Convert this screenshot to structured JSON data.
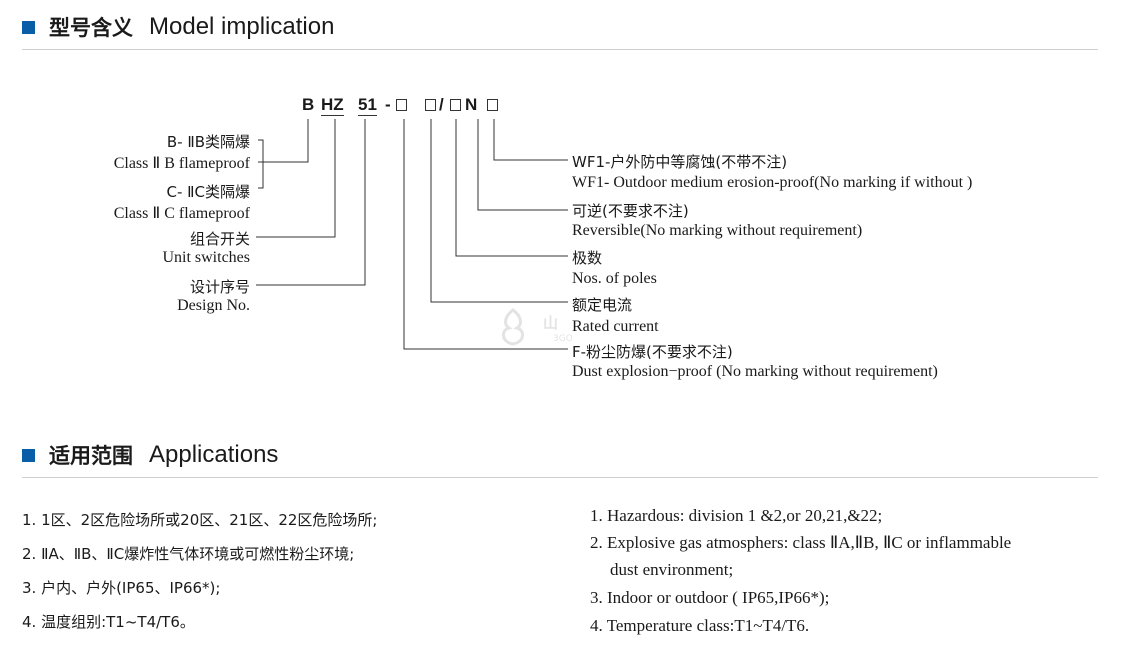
{
  "model_section": {
    "title_zh": "型号含义",
    "title_en": "Model implication"
  },
  "code_parts": {
    "b": "B",
    "hz": "HZ",
    "num": "51",
    "dash": "-",
    "slash": "/",
    "n": "N"
  },
  "left_labels": [
    {
      "zh": "B- ⅡB类隔爆",
      "en": "Class Ⅱ B flameproof"
    },
    {
      "zh": "C- ⅡC类隔爆",
      "en": "Class Ⅱ C flameproof"
    },
    {
      "zh": "组合开关",
      "en": "Unit switches"
    },
    {
      "zh": "设计序号",
      "en": "Design No."
    }
  ],
  "right_labels": [
    {
      "zh": "WF1-户外防中等腐蚀(不带不注)",
      "en": "WF1- Outdoor medium erosion-proof(No marking  if without )"
    },
    {
      "zh": "可逆(不要求不注)",
      "en": "Reversible(No  marking without requirement)"
    },
    {
      "zh": "极数",
      "en": "Nos. of poles"
    },
    {
      "zh": "额定电流",
      "en": "Rated current"
    },
    {
      "zh": "F-粉尘防爆(不要求不注)",
      "en": "Dust explosion−proof (No marking without requirement)"
    }
  ],
  "applications_section": {
    "title_zh": "适用范围",
    "title_en": "Applications"
  },
  "applications_zh": [
    "1. 1区、2区危险场所或20区、21区、22区危险场所;",
    "2. ⅡA、ⅡB、ⅡC爆炸性气体环境或可燃性粉尘环境;",
    "3. 户内、户外(IP65、IP66*);",
    "4. 温度组别:T1~T4/T6。"
  ],
  "applications_en": [
    "1. Hazardous: division 1  &2,or 20,21,&22;",
    "2. Explosive gas atmosphers: class ⅡA,ⅡB, ⅡC or inflammable",
    "dust environment;",
    "3. Indoor or outdoor ( IP65,IP66*);",
    "4. Temperature class:T1~T4/T6."
  ],
  "watermark": {
    "line1": "山",
    "line2": "3GO"
  },
  "colors": {
    "accent": "#0a5ea8",
    "rule": "#cfcfcf",
    "line": "#333333"
  }
}
